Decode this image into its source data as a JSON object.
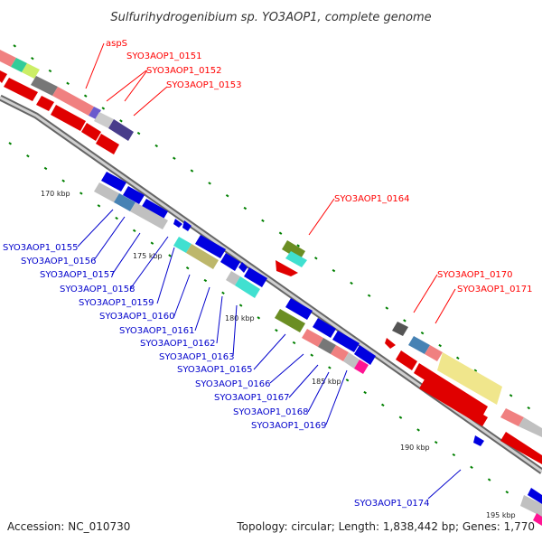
{
  "title": "Sulfurihydrogenibium sp. YO3AOP1, complete genome",
  "footer": {
    "accession": "Accession: NC_010730",
    "summary": "Topology: circular; Length: 1,838,442 bp; Genes: 1,770"
  },
  "kbp_ticks": [
    "170 kbp",
    "175 kbp",
    "180 kbp",
    "185 kbp",
    "190 kbp",
    "195 kbp"
  ],
  "gene_labels_red": [
    "aspS",
    "SYO3AOP1_0151",
    "SYO3AOP1_0152",
    "SYO3AOP1_0153",
    "SYO3AOP1_0164",
    "SYO3AOP1_0170",
    "SYO3AOP1_0171"
  ],
  "gene_labels_blue": [
    "SYO3AOP1_0155",
    "SYO3AOP1_0156",
    "SYO3AOP1_0157",
    "SYO3AOP1_0158",
    "SYO3AOP1_0159",
    "SYO3AOP1_0160",
    "SYO3AOP1_0161",
    "SYO3AOP1_0162",
    "SYO3AOP1_0163",
    "SYO3AOP1_0165",
    "SYO3AOP1_0166",
    "SYO3AOP1_0167",
    "SYO3AOP1_0168",
    "SYO3AOP1_0169",
    "SYO3AOP1_0174"
  ],
  "colors": {
    "forward_cds": "#e00000",
    "reverse_cds": "#0000e0",
    "label_red": "#ff0000",
    "label_blue": "#0000cc",
    "backbone": "#888888",
    "tick": "#008000"
  }
}
